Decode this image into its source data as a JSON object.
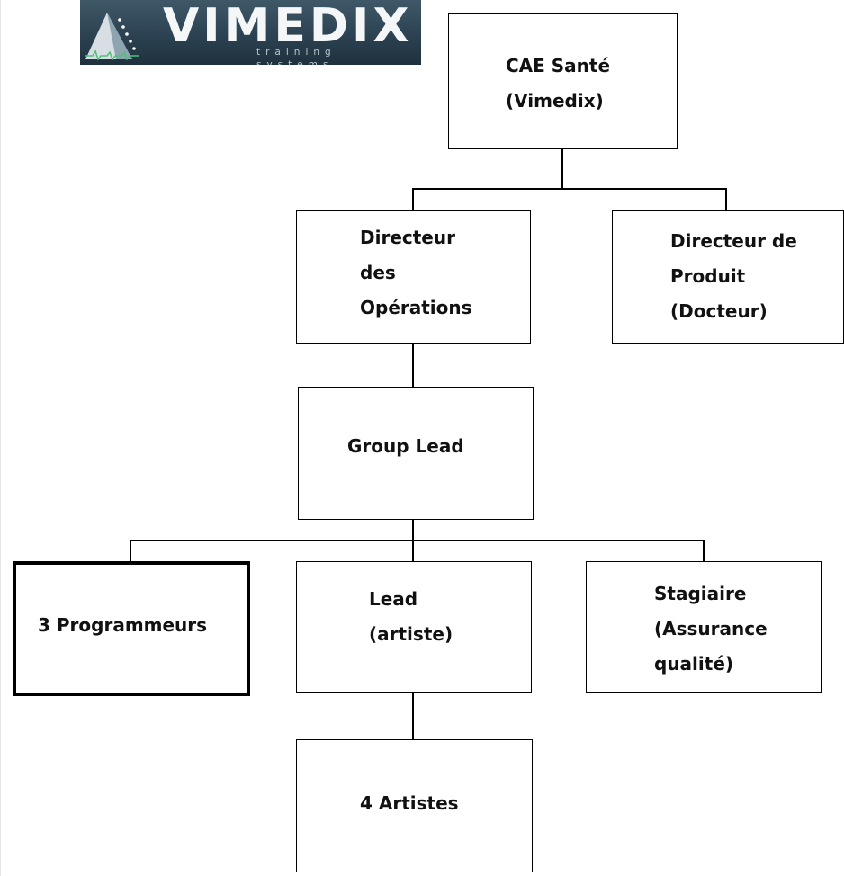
{
  "logo": {
    "wordmark": "VIMEDIX",
    "tagline": "training systems"
  },
  "org_chart": {
    "root": "CAE Santé\n(Vimedix)",
    "director_operations": "Directeur\ndes\nOpérations",
    "director_product": "Directeur de\nProduit\n(Docteur)",
    "group_lead": "Group Lead",
    "programmers": "3 Programmeurs",
    "lead_artist": "Lead\n(artiste)",
    "intern": "Stagiaire\n(Assurance\nqualité)",
    "artists": "4 Artistes"
  }
}
